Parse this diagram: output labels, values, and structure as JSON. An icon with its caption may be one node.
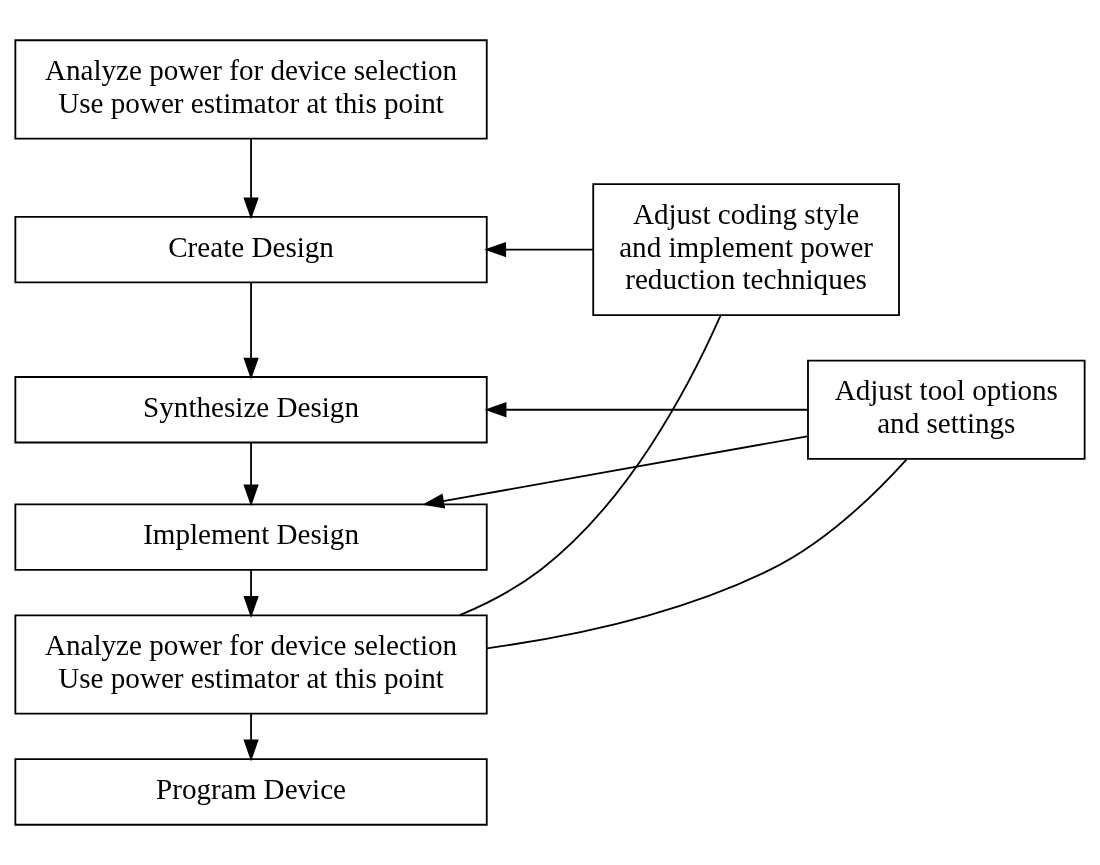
{
  "diagram": {
    "nodes": [
      {
        "text": [
          "Analyze power for device selection Use power estimator at this point"
        ]
      },
      {
        "text": [
          "Create Design"
        ]
      },
      {
        "text": [
          "Adjust coding style and implement power reduction techniques"
        ]
      },
      {
        "text": [
          "Synthesize Design"
        ]
      },
      {
        "text": [
          "Adjust tool options and settings"
        ]
      },
      {
        "text": [
          "Implement Design"
        ]
      },
      {
        "text": [
          "Analyze power for device selection Use power estimator at this point"
        ]
      },
      {
        "text": [
          "Program Device"
        ]
      }
    ],
    "edges": [
      {
        "from": 0,
        "to": 1,
        "arrow": "to"
      },
      {
        "from": 1,
        "to": 3,
        "arrow": "to"
      },
      {
        "from": 3,
        "to": 5,
        "arrow": "to"
      },
      {
        "from": 5,
        "to": 6,
        "arrow": "to"
      },
      {
        "from": 6,
        "to": 7,
        "arrow": "to"
      },
      {
        "from": 2,
        "to": 1,
        "arrow": "to"
      },
      {
        "from": 4,
        "to": 3,
        "arrow": "to"
      },
      {
        "from": 4,
        "to": 5,
        "arrow": "to"
      },
      {
        "from": 6,
        "to": 4,
        "arrow": "none"
      },
      {
        "from": 6,
        "to": 2,
        "arrow": "none"
      }
    ]
  }
}
